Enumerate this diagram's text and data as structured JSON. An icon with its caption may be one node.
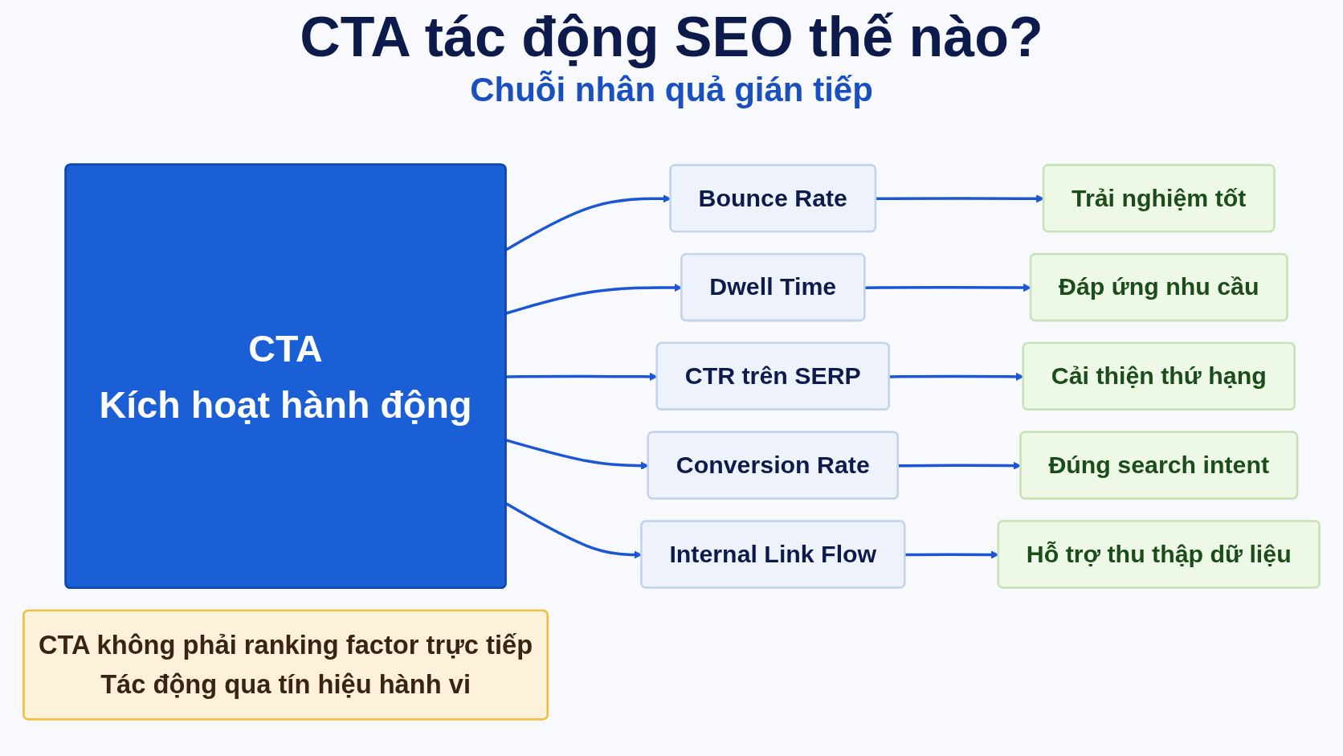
{
  "diagram": {
    "title": "CTA tác động SEO thế nào?",
    "nodes": [
      {
        "text": [
          "CTA",
          "Kích hoạt hành động"
        ]
      },
      {
        "text": [
          "Bounce Rate"
        ]
      },
      {
        "text": [
          "Trải nghiệm tốt"
        ]
      },
      {
        "text": [
          "Dwell Time"
        ]
      },
      {
        "text": [
          "Đáp ứng nhu cầu"
        ]
      },
      {
        "text": [
          "CTR trên SERP"
        ]
      },
      {
        "text": [
          "Cải thiện thứ hạng"
        ]
      },
      {
        "text": [
          "Conversion Rate"
        ]
      },
      {
        "text": [
          "Đúng search intent"
        ]
      },
      {
        "text": [
          "Internal Link Flow"
        ]
      },
      {
        "text": [
          "Hỗ trợ thu thập dữ liệu"
        ]
      },
      {
        "text": [
          "CTA không phải ranking factor trực tiếp",
          "Tác động qua tín hiệu hành vi"
        ]
      }
    ],
    "edges": [
      {
        "from": 0,
        "to": 1,
        "arrow": "to"
      },
      {
        "from": 0,
        "to": 3,
        "arrow": "to"
      },
      {
        "from": 0,
        "to": 5,
        "arrow": "to"
      },
      {
        "from": 0,
        "to": 7,
        "arrow": "to"
      },
      {
        "from": 0,
        "to": 9,
        "arrow": "to"
      },
      {
        "from": 1,
        "to": 2,
        "arrow": "to"
      },
      {
        "from": 3,
        "to": 4,
        "arrow": "to"
      },
      {
        "from": 5,
        "to": 6,
        "arrow": "to"
      },
      {
        "from": 7,
        "to": 8,
        "arrow": "to"
      },
      {
        "from": 9,
        "to": 10,
        "arrow": "to"
      }
    ],
    "labels": [
      "Chuỗi nhân quả gián tiếp"
    ]
  }
}
